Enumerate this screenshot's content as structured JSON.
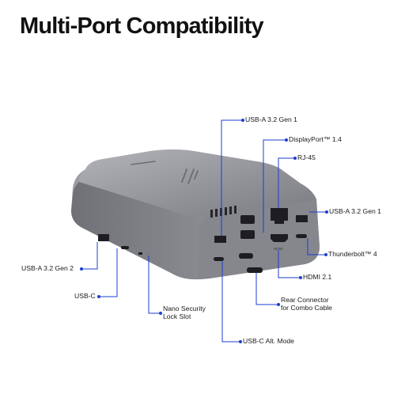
{
  "title": "Multi-Port Compatibility",
  "colors": {
    "callout": "#1c3ecf",
    "device": "#8e9096",
    "ports": "#1e1e22"
  },
  "icons": [
    "hp-logo-icon",
    "usb-a-port-icon",
    "usb-c-port-icon",
    "displayport-icon",
    "rj45-port-icon",
    "hdmi-port-icon",
    "thunderbolt-port-icon",
    "lock-slot-icon",
    "rear-connector-icon"
  ],
  "ports": {
    "usb_a_top": "USB-A 3.2 Gen 1",
    "displayport": "DisplayPort™ 1.4",
    "rj45": "RJ-45",
    "usb_a_right": "USB-A 3.2 Gen 1",
    "thunderbolt": "Thunderbolt™ 4",
    "hdmi": "HDMI 2.1",
    "rear_connector_line1": "Rear Connector",
    "rear_connector_line2": "for Combo Cable",
    "usb_c_alt": "USB-C Alt. Mode",
    "nano_lock_line1": "Nano Security",
    "nano_lock_line2": "Lock Slot",
    "usb_c": "USB-C",
    "usb_a_side": "USB-A 3.2 Gen 2"
  },
  "device_labels": {
    "hdmi_text": "HDMI"
  }
}
